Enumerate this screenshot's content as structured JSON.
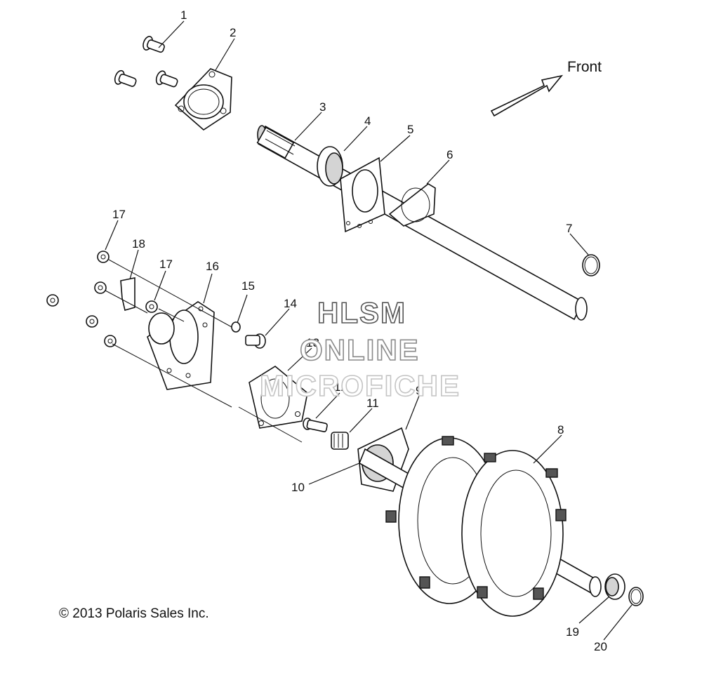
{
  "direction_label": "Front",
  "copyright": "© 2013 Polaris Sales Inc.",
  "watermark": [
    "HLSM",
    "ONLINE",
    "MICROFICHE"
  ],
  "callouts": [
    "1",
    "2",
    "3",
    "4",
    "5",
    "6",
    "7",
    "8",
    "9",
    "10",
    "11",
    "12",
    "13",
    "14",
    "15",
    "16",
    "17",
    "17",
    "18",
    "19",
    "20"
  ]
}
